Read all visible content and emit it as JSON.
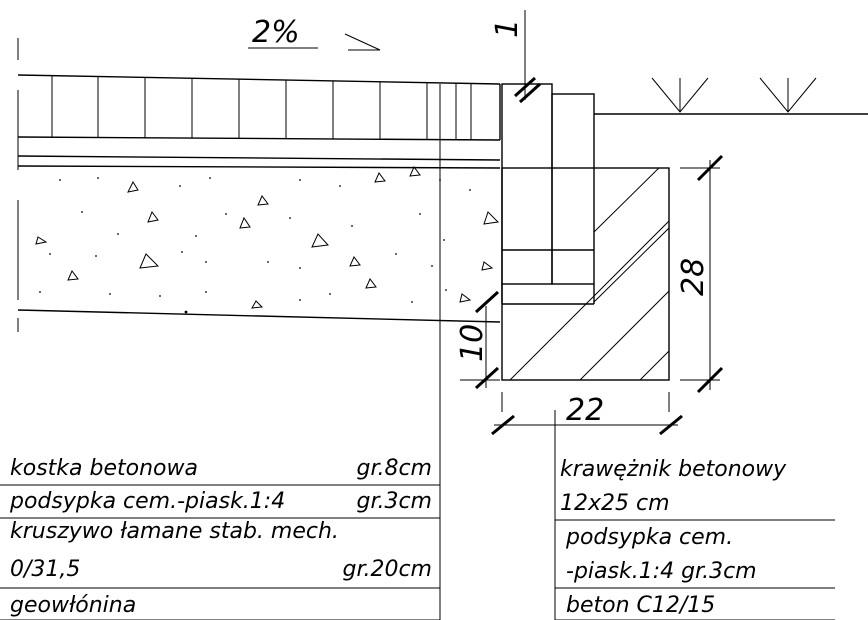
{
  "slope": "2%",
  "gap": "1",
  "dimensions": {
    "height": "28",
    "base": "10",
    "width": "22"
  },
  "left_layers": [
    {
      "name": "kostka betonowa",
      "thickness": "gr.8cm"
    },
    {
      "name": "podsypka cem.-piask.1:4",
      "thickness": "gr.3cm"
    },
    {
      "name": "kruszywo łamane stab. mech.",
      "thickness": ""
    },
    {
      "name": "0/31,5",
      "thickness": "gr.20cm"
    },
    {
      "name": "geowłónina",
      "thickness": ""
    }
  ],
  "right_layers": [
    "krawężnik betonowy",
    "12x25 cm",
    "podsypka cem.",
    "-piask.1:4  gr.3cm",
    "beton C12/15"
  ]
}
